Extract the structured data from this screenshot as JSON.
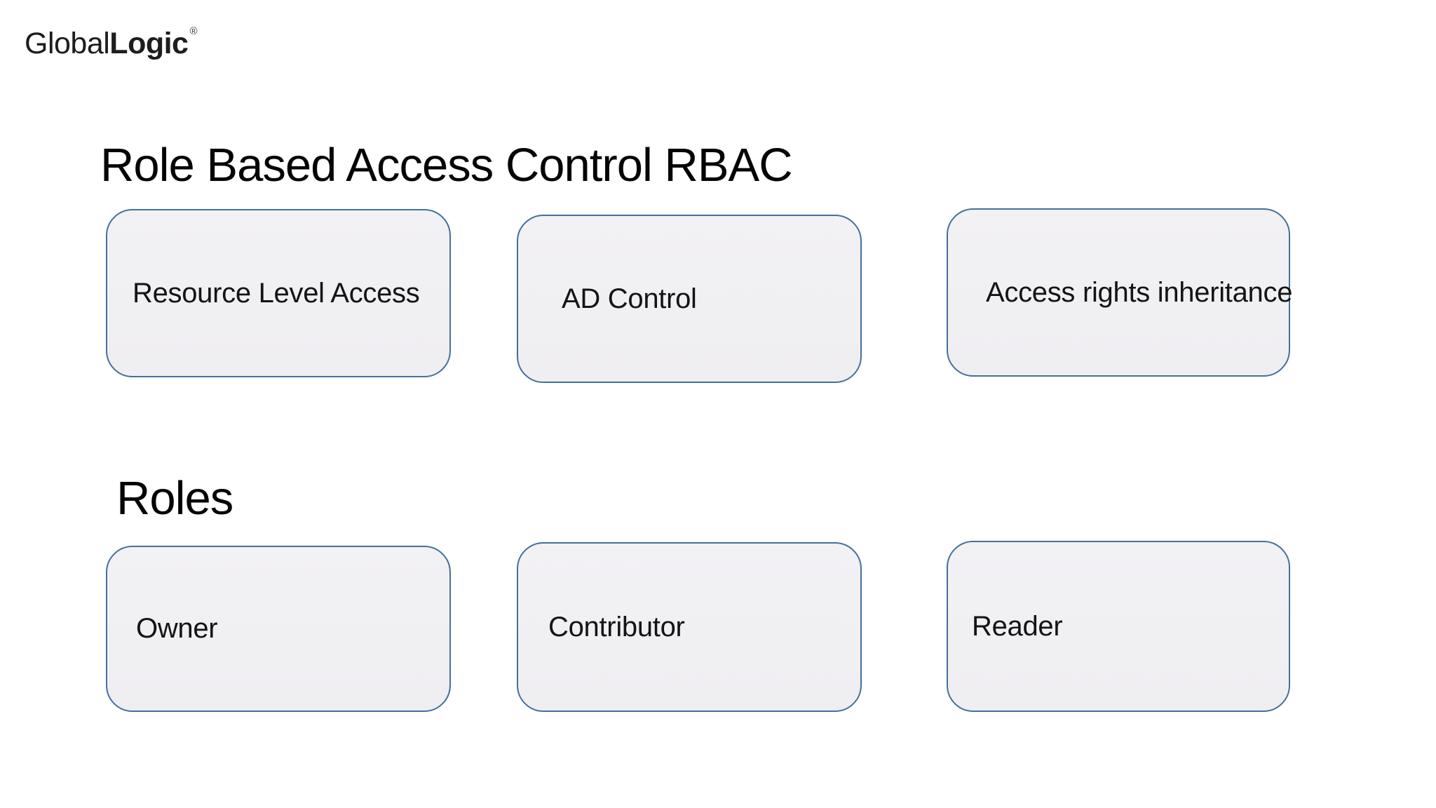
{
  "logo": {
    "text_regular": "Global",
    "text_bold": "Logic",
    "registered_mark": "®"
  },
  "title": "Role Based Access Control RBAC",
  "section_heading": "Roles",
  "access_cards": [
    {
      "label": "Resource Level Access"
    },
    {
      "label": "AD Control"
    },
    {
      "label": "Access rights inheritance"
    }
  ],
  "role_cards": [
    {
      "label": "Owner"
    },
    {
      "label": "Contributor"
    },
    {
      "label": "Reader"
    }
  ],
  "colors": {
    "background": "#ffffff",
    "card_fill": "#f0eff2",
    "card_border": "#44709e",
    "heading_text": "#050505",
    "card_text": "#141414"
  }
}
